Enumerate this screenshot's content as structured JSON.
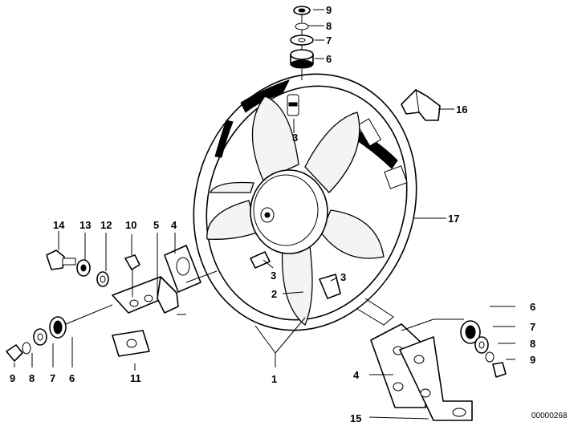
{
  "callouts": {
    "c1": "1",
    "c2": "2",
    "c3a": "3",
    "c3b": "3",
    "c3c": "3",
    "c4a": "4",
    "c4b": "4",
    "c5": "5",
    "c6a": "6",
    "c6b": "6",
    "c6c": "6",
    "c7a": "7",
    "c7b": "7",
    "c7c": "7",
    "c8a": "8",
    "c8b": "8",
    "c8c": "8",
    "c9a": "9",
    "c9b": "9",
    "c9c": "9",
    "c10": "10",
    "c11": "11",
    "c12": "12",
    "c13": "13",
    "c14": "14",
    "c15": "15",
    "c16": "16",
    "c17": "17"
  },
  "diagram_code": "00000268"
}
